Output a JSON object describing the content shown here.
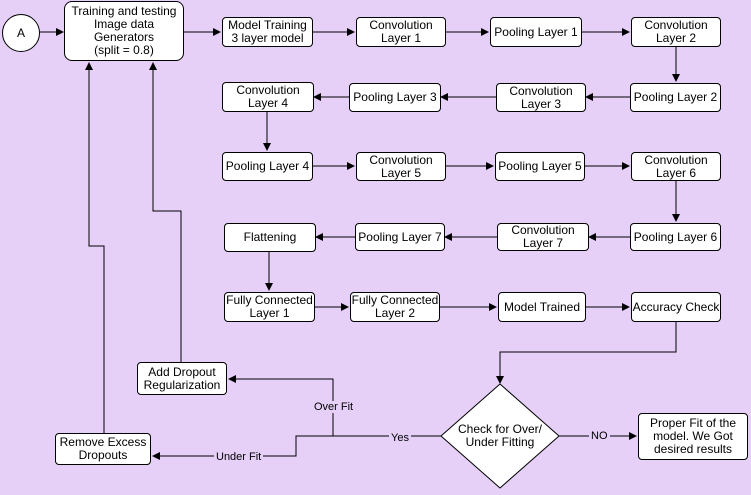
{
  "start": "A",
  "nodes": {
    "generators": "Training and testing\nImage data\nGenerators\n(split = 0.8)",
    "model_training": "Model Training\n3 layer model",
    "conv1": "Convolution\nLayer 1",
    "pool1": "Pooling Layer 1",
    "conv2": "Convolution\nLayer 2",
    "pool2": "Pooling Layer 2",
    "conv3": "Convolution\nLayer 3",
    "pool3": "Pooling Layer 3",
    "conv4": "Convolution\nLayer 4",
    "pool4": "Pooling Layer 4",
    "conv5": "Convolution\nLayer 5",
    "pool5": "Pooling Layer 5",
    "conv6": "Convolution\nLayer 6",
    "pool6": "Pooling Layer 6",
    "conv7": "Convolution\nLayer 7",
    "pool7": "Pooling Layer 7",
    "flatten": "Flattening",
    "fc1": "Fully Connected\nLayer 1",
    "fc2": "Fully Connected\nLayer 2",
    "trained": "Model Trained",
    "accuracy": "Accuracy Check",
    "decision": "Check for Over/\nUnder Fitting",
    "dropout_add": "Add Dropout\nRegularization",
    "dropout_remove": "Remove Excess\nDropouts",
    "proper_fit": "Proper Fit of the\nmodel. We Got\ndesired results"
  },
  "edge_labels": {
    "yes": "Yes",
    "no": "NO",
    "over_fit": "Over Fit",
    "under_fit": "Under Fit"
  }
}
